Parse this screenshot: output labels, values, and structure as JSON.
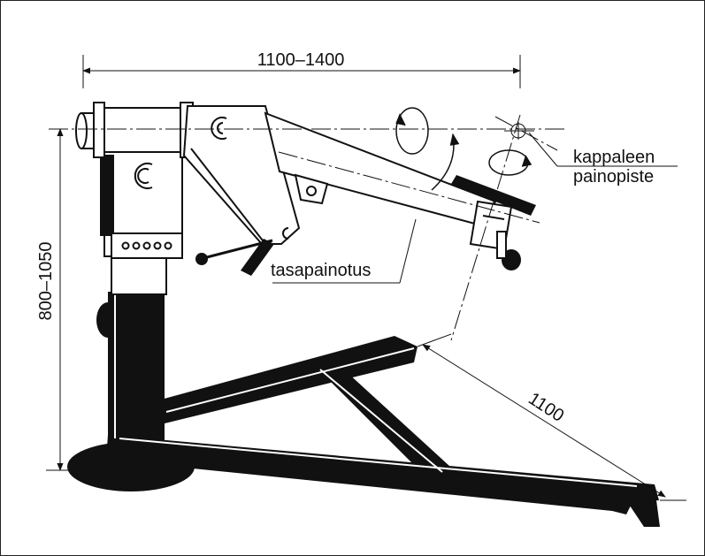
{
  "labels": {
    "top_dimension": "1100–1400",
    "height_dimension": "800–1050",
    "leg_dimension": "1100",
    "centre_of_gravity_line1": "kappaleen",
    "centre_of_gravity_line2": "painopiste",
    "balancing": "tasapainotus"
  },
  "colors": {
    "ink": "#111111",
    "paper": "#ffffff"
  }
}
